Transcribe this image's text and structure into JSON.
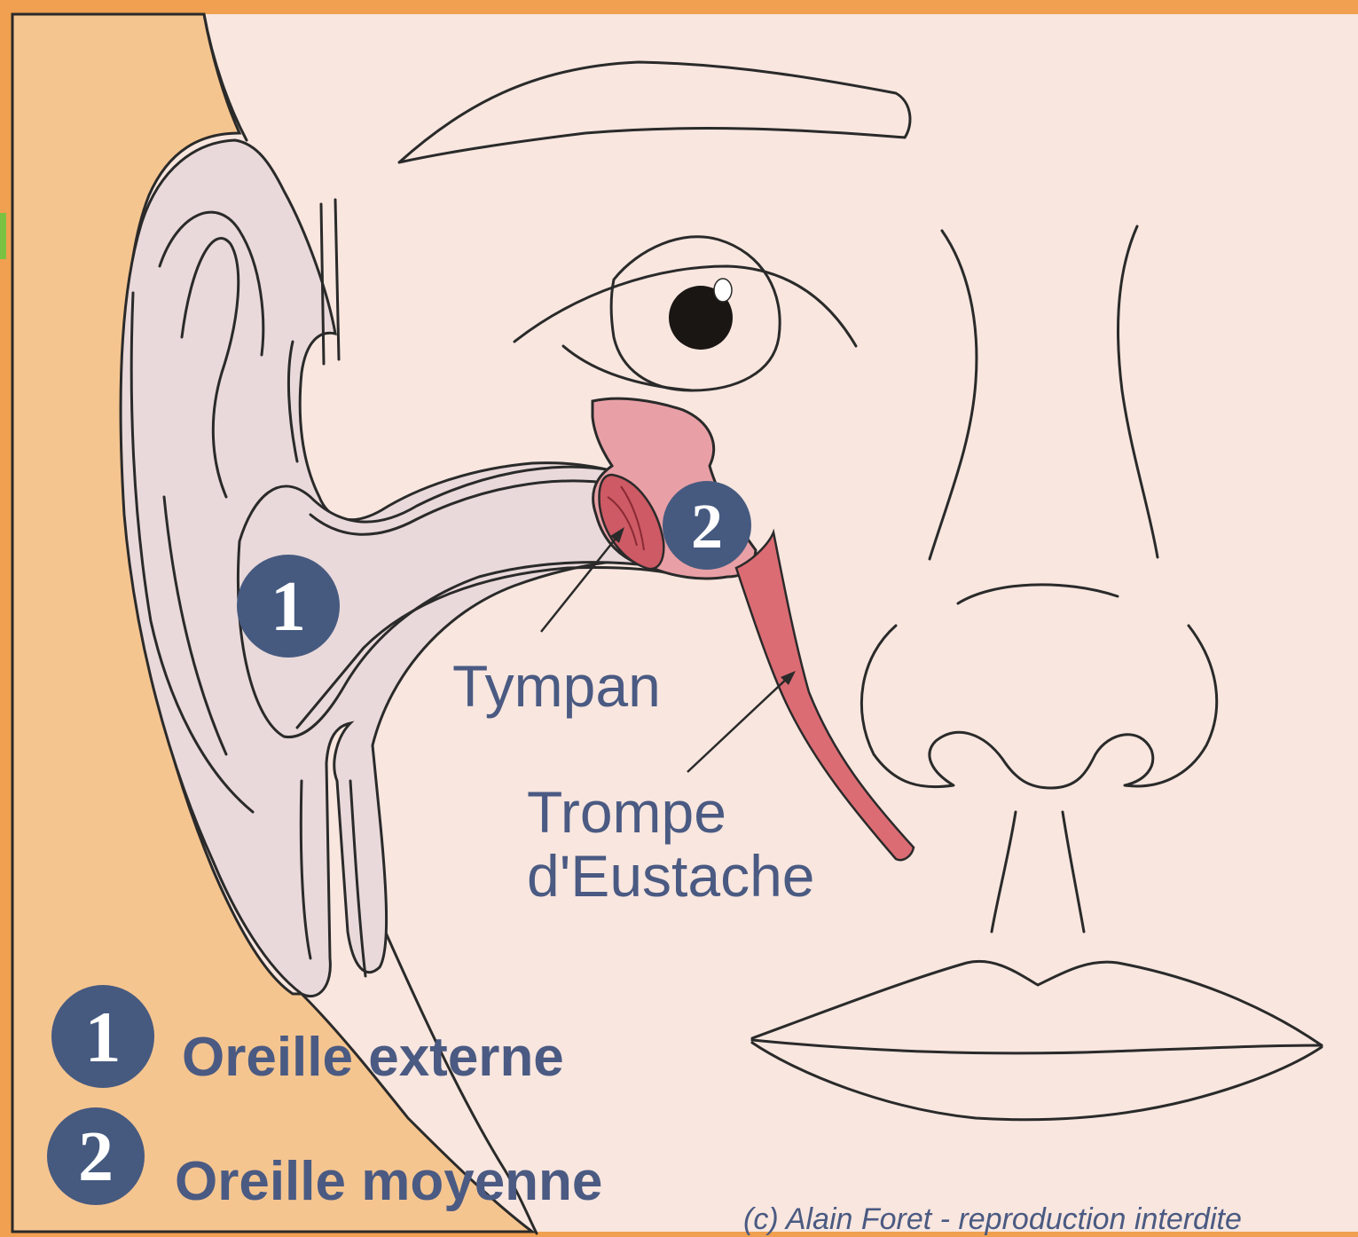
{
  "diagram": {
    "labels": {
      "tympan": "Tympan",
      "trompe_line1": "Trompe",
      "trompe_line2": "d'Eustache"
    },
    "markers": {
      "one": "1",
      "two": "2"
    },
    "legend": [
      {
        "number": "1",
        "text": "Oreille externe"
      },
      {
        "number": "2",
        "text": "Oreille moyenne"
      }
    ],
    "credit": "(c) Alain Foret - reproduction interdite"
  },
  "colors": {
    "border": "#f0a050",
    "hair": "#f5c590",
    "skin": "#f8e6df",
    "ear": "#ead9da",
    "middle_ear": "#e8a0a6",
    "eustachian_tube": "#dc6c74",
    "marker": "#465a80",
    "text": "#4a5a82"
  }
}
